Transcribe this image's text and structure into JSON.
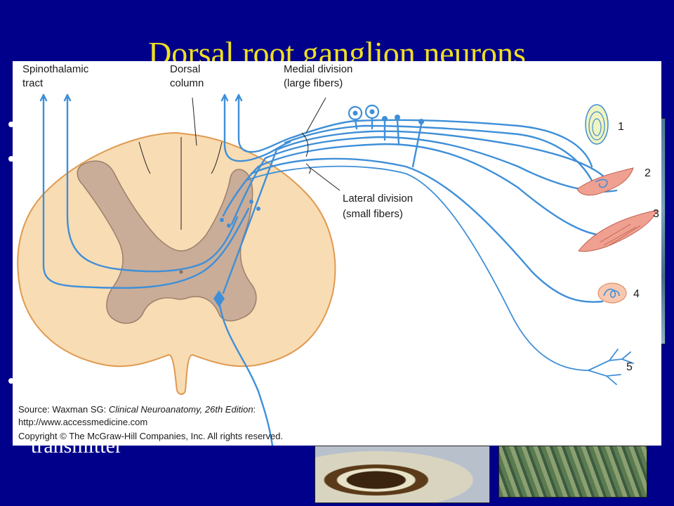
{
  "slide": {
    "title": "Dorsal root ganglion neurons",
    "bottom_text": "transmitter",
    "colors": {
      "background": "#00008b",
      "title": "#f0e020",
      "text": "#ffffff"
    }
  },
  "figure": {
    "labels": {
      "spinothalamic_line1": "Spinothalamic",
      "spinothalamic_line2": "tract",
      "dorsal_column_line1": "Dorsal",
      "dorsal_column_line2": "column",
      "medial_division_line1": "Medial division",
      "medial_division_line2": "(large fibers)",
      "lateral_division_line1": "Lateral division",
      "lateral_division_line2": "(small fibers)"
    },
    "receptor_numbers": [
      "1",
      "2",
      "3",
      "4",
      "5"
    ],
    "source": {
      "prefix": "Source: Waxman SG: ",
      "book": "Clinical Neuroanatomy, 26th Edition",
      "suffix": ":",
      "url": "http://www.accessmedicine.com",
      "copyright": "Copyright © The McGraw-Hill Companies, Inc. All rights reserved."
    },
    "colors": {
      "cord": "#f8dcb4",
      "gray_matter": "#c9ad99",
      "nerve": "#3f8fd8",
      "muscle": "#f0a090"
    }
  }
}
